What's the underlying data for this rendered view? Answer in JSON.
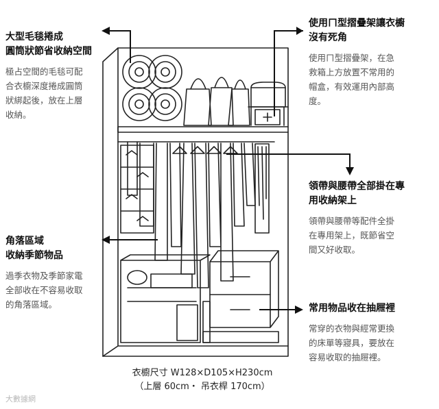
{
  "annotations": {
    "top_left": {
      "title": "大型毛毯捲成\n圓筒狀節省收納空間",
      "body": "極占空間的毛毯可配\n合衣櫥深度捲成圓筒\n狀綁起後，放在上層\n收納。"
    },
    "top_right": {
      "title": "使用ㄇ型摺疊架讓衣櫥\n沒有死角",
      "body": "使用ㄇ型摺疊架，在急\n救箱上方放置不常用的\n帽盒，有效運用內部高\n度。"
    },
    "mid_right": {
      "title": "領帶與腰帶全部掛在專\n用收納架上",
      "body": "領帶與腰帶等配件全掛\n在專用架上，既節省空\n間又好收取。"
    },
    "mid_left": {
      "title": "角落區域\n收納季節物品",
      "body": "過季衣物及季節家電\n全部收在不容易收取\n的角落區域。"
    },
    "bottom_right": {
      "title": "常用物品收在抽屜裡",
      "body": "常穿的衣物與經常更換\n的床單等寢具，要放在\n容易收取的抽屜裡。"
    }
  },
  "caption": {
    "line1": "衣櫥尺寸 W128×D105×H230cm",
    "line2": "（上層 60cm・ 吊衣桿 170cm）"
  },
  "watermark": "大數據網"
}
